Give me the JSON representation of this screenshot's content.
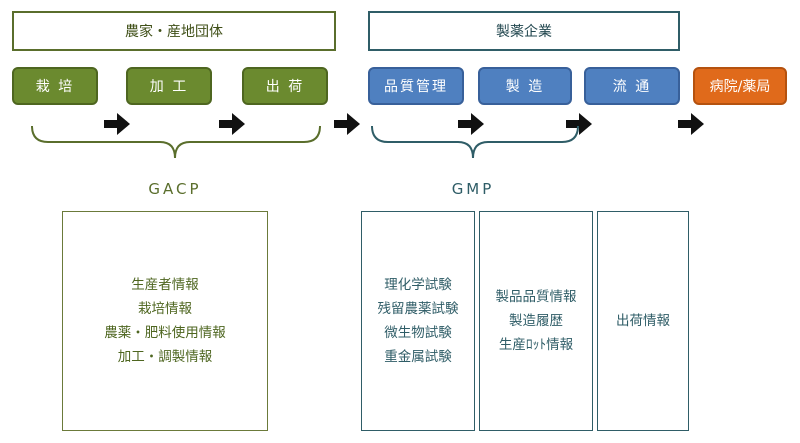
{
  "headers": {
    "farmer": "農家・産地団体",
    "manufacturer": "製薬企業"
  },
  "steps": {
    "cultivation": "栽 培",
    "processing": "加 工",
    "shipping": "出 荷",
    "quality": "品質管理",
    "manufacturing": "製 造",
    "distribution": "流 通",
    "hospital": "病院/薬局"
  },
  "standards": {
    "gacp": "GACP",
    "gmp": "GMP"
  },
  "info": {
    "gacp": [
      "生産者情報",
      "栽培情報",
      "農薬・肥料使用情報",
      "加工・調製情報"
    ],
    "tests": [
      "理化学試験",
      "残留農薬試験",
      "微生物試験",
      "重金属試験"
    ],
    "product": [
      "製品品質情報",
      "製造履歴",
      "生産ﾛｯﾄ情報"
    ],
    "shipping": [
      "出荷情報"
    ]
  },
  "colors": {
    "green": "#6b8a2f",
    "blue": "#4f80c0",
    "orange": "#e06a1b",
    "arrow": "#111111"
  }
}
